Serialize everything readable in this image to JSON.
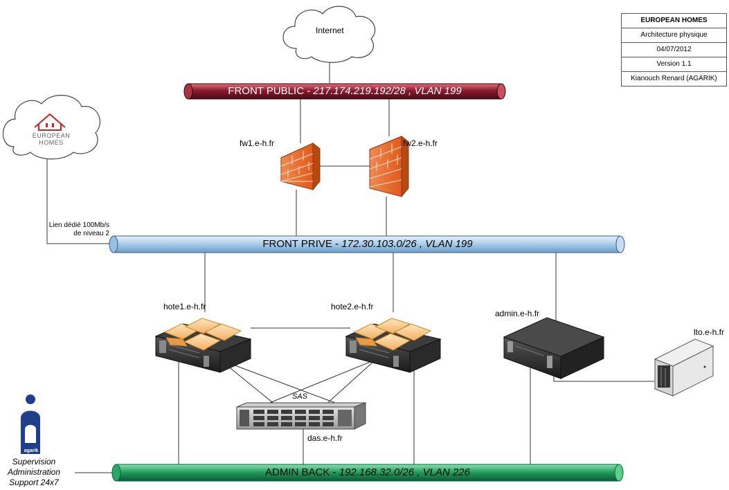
{
  "info_box": {
    "company": "EUROPEAN HOMES",
    "doc_type": "Architecture physique",
    "date": "04/07/2012",
    "version": "Version 1.1",
    "author": "Kianouch Renard (AGARIK)"
  },
  "internet": {
    "label": "Internet"
  },
  "client_logo": {
    "line1": "EUROPEAN",
    "line2": "HOMES"
  },
  "buses": {
    "front_public": {
      "name": "FRONT PUBLIC - ",
      "detail": "217.174.219.192/28 , VLAN 199",
      "color": "#8b1a2e"
    },
    "front_prive": {
      "name": "FRONT PRIVE - ",
      "detail": "172.30.103.0/26 , VLAN 199",
      "color": "#a8cbe8"
    },
    "admin_back": {
      "name": "ADMIN BACK - ",
      "detail": "192.168.32.0/26 , VLAN 226",
      "color": "#1e9a5a"
    }
  },
  "link": {
    "line1": "Lien dédié 100Mb/s",
    "line2": "de niveau 2"
  },
  "devices": {
    "fw1": "fw1.e-h.fr",
    "fw2": "fw2.e-h.fr",
    "hote1": "hote1.e-h.fr",
    "hote2": "hote2.e-h.fr",
    "admin": "admin.e-h.fr",
    "lto": "lto.e-h.fr",
    "das": "das.e-h.fr",
    "sas": "SAS"
  },
  "agarik": {
    "logo_text": "agarik",
    "line1": "Supervision",
    "line2": "Administration",
    "line3": "Support 24x7"
  }
}
